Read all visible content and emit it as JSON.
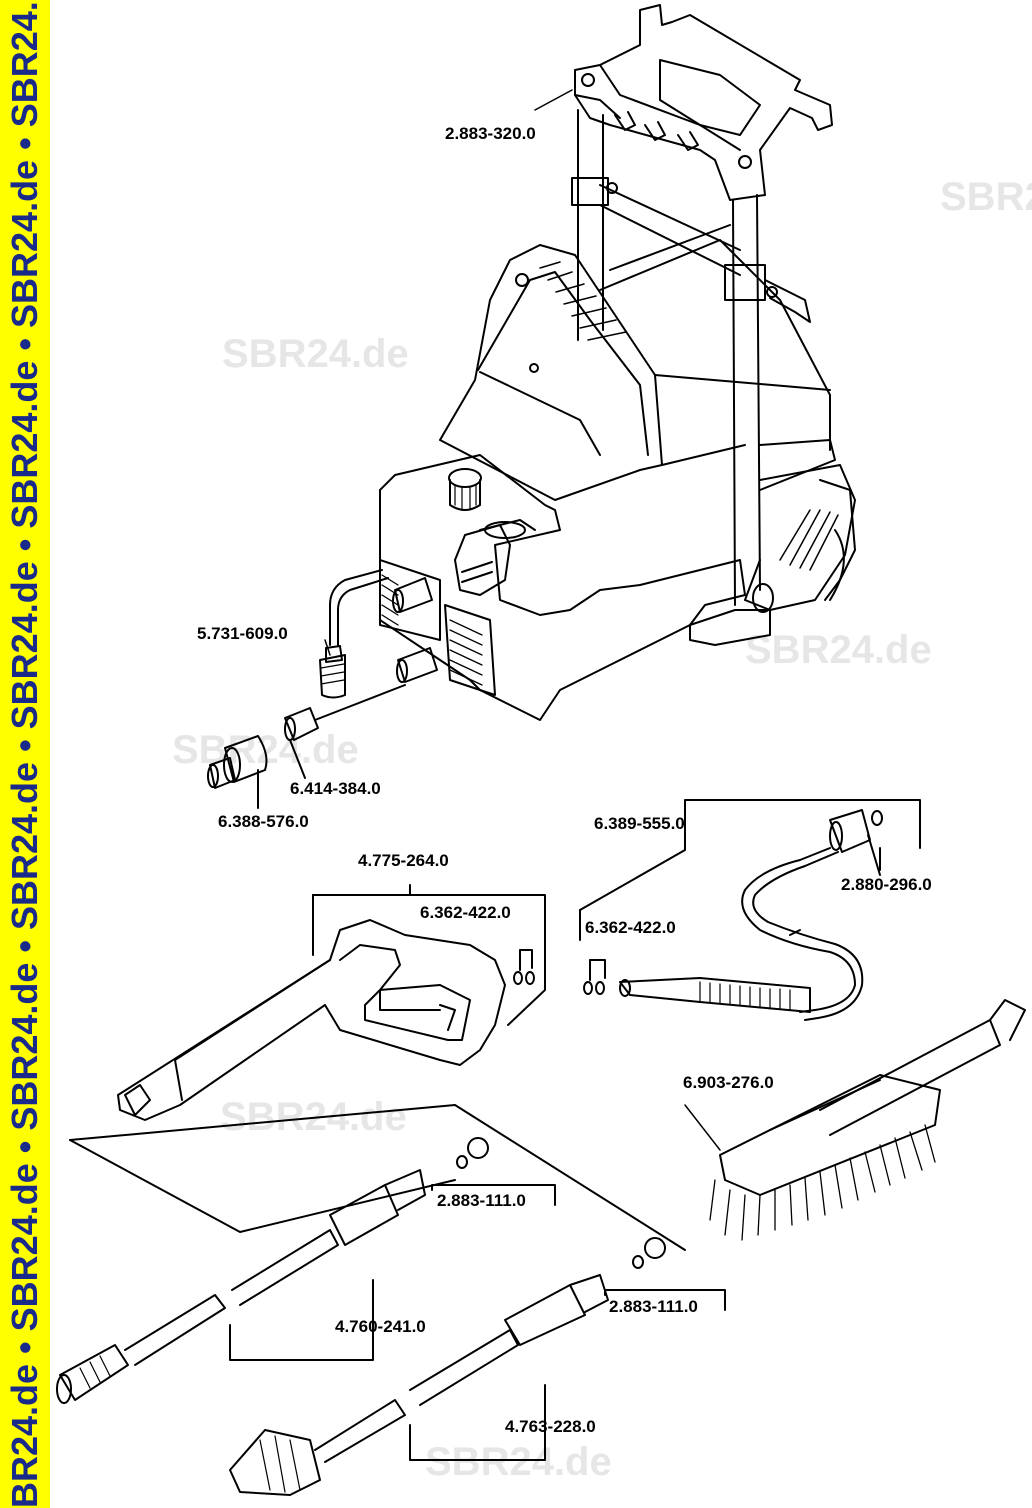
{
  "sidebar": {
    "text": "BR24.de • SBR24.de • SBR24.de • SBR24.de • SBR24.de • SBR24.de • SBR24.de • SBR24.de • SBR24."
  },
  "watermark": "SBR24.de",
  "labels": {
    "trolley": "2.883-320.0",
    "suction_hose": "5.731-609.0",
    "coupling_a": "6.414-384.0",
    "coupling_b": "6.388-576.0",
    "hose_kit": "6.389-555.0",
    "o_ring_top": "2.880-296.0",
    "gun": "4.775-264.0",
    "o_ring_gun": "6.362-422.0",
    "o_ring_hose": "6.362-422.0",
    "brush": "6.903-276.0",
    "nozzle_set_a": "2.883-111.0",
    "lance_a": "4.760-241.0",
    "nozzle_set_b": "2.883-111.0",
    "lance_b": "4.763-228.0"
  }
}
